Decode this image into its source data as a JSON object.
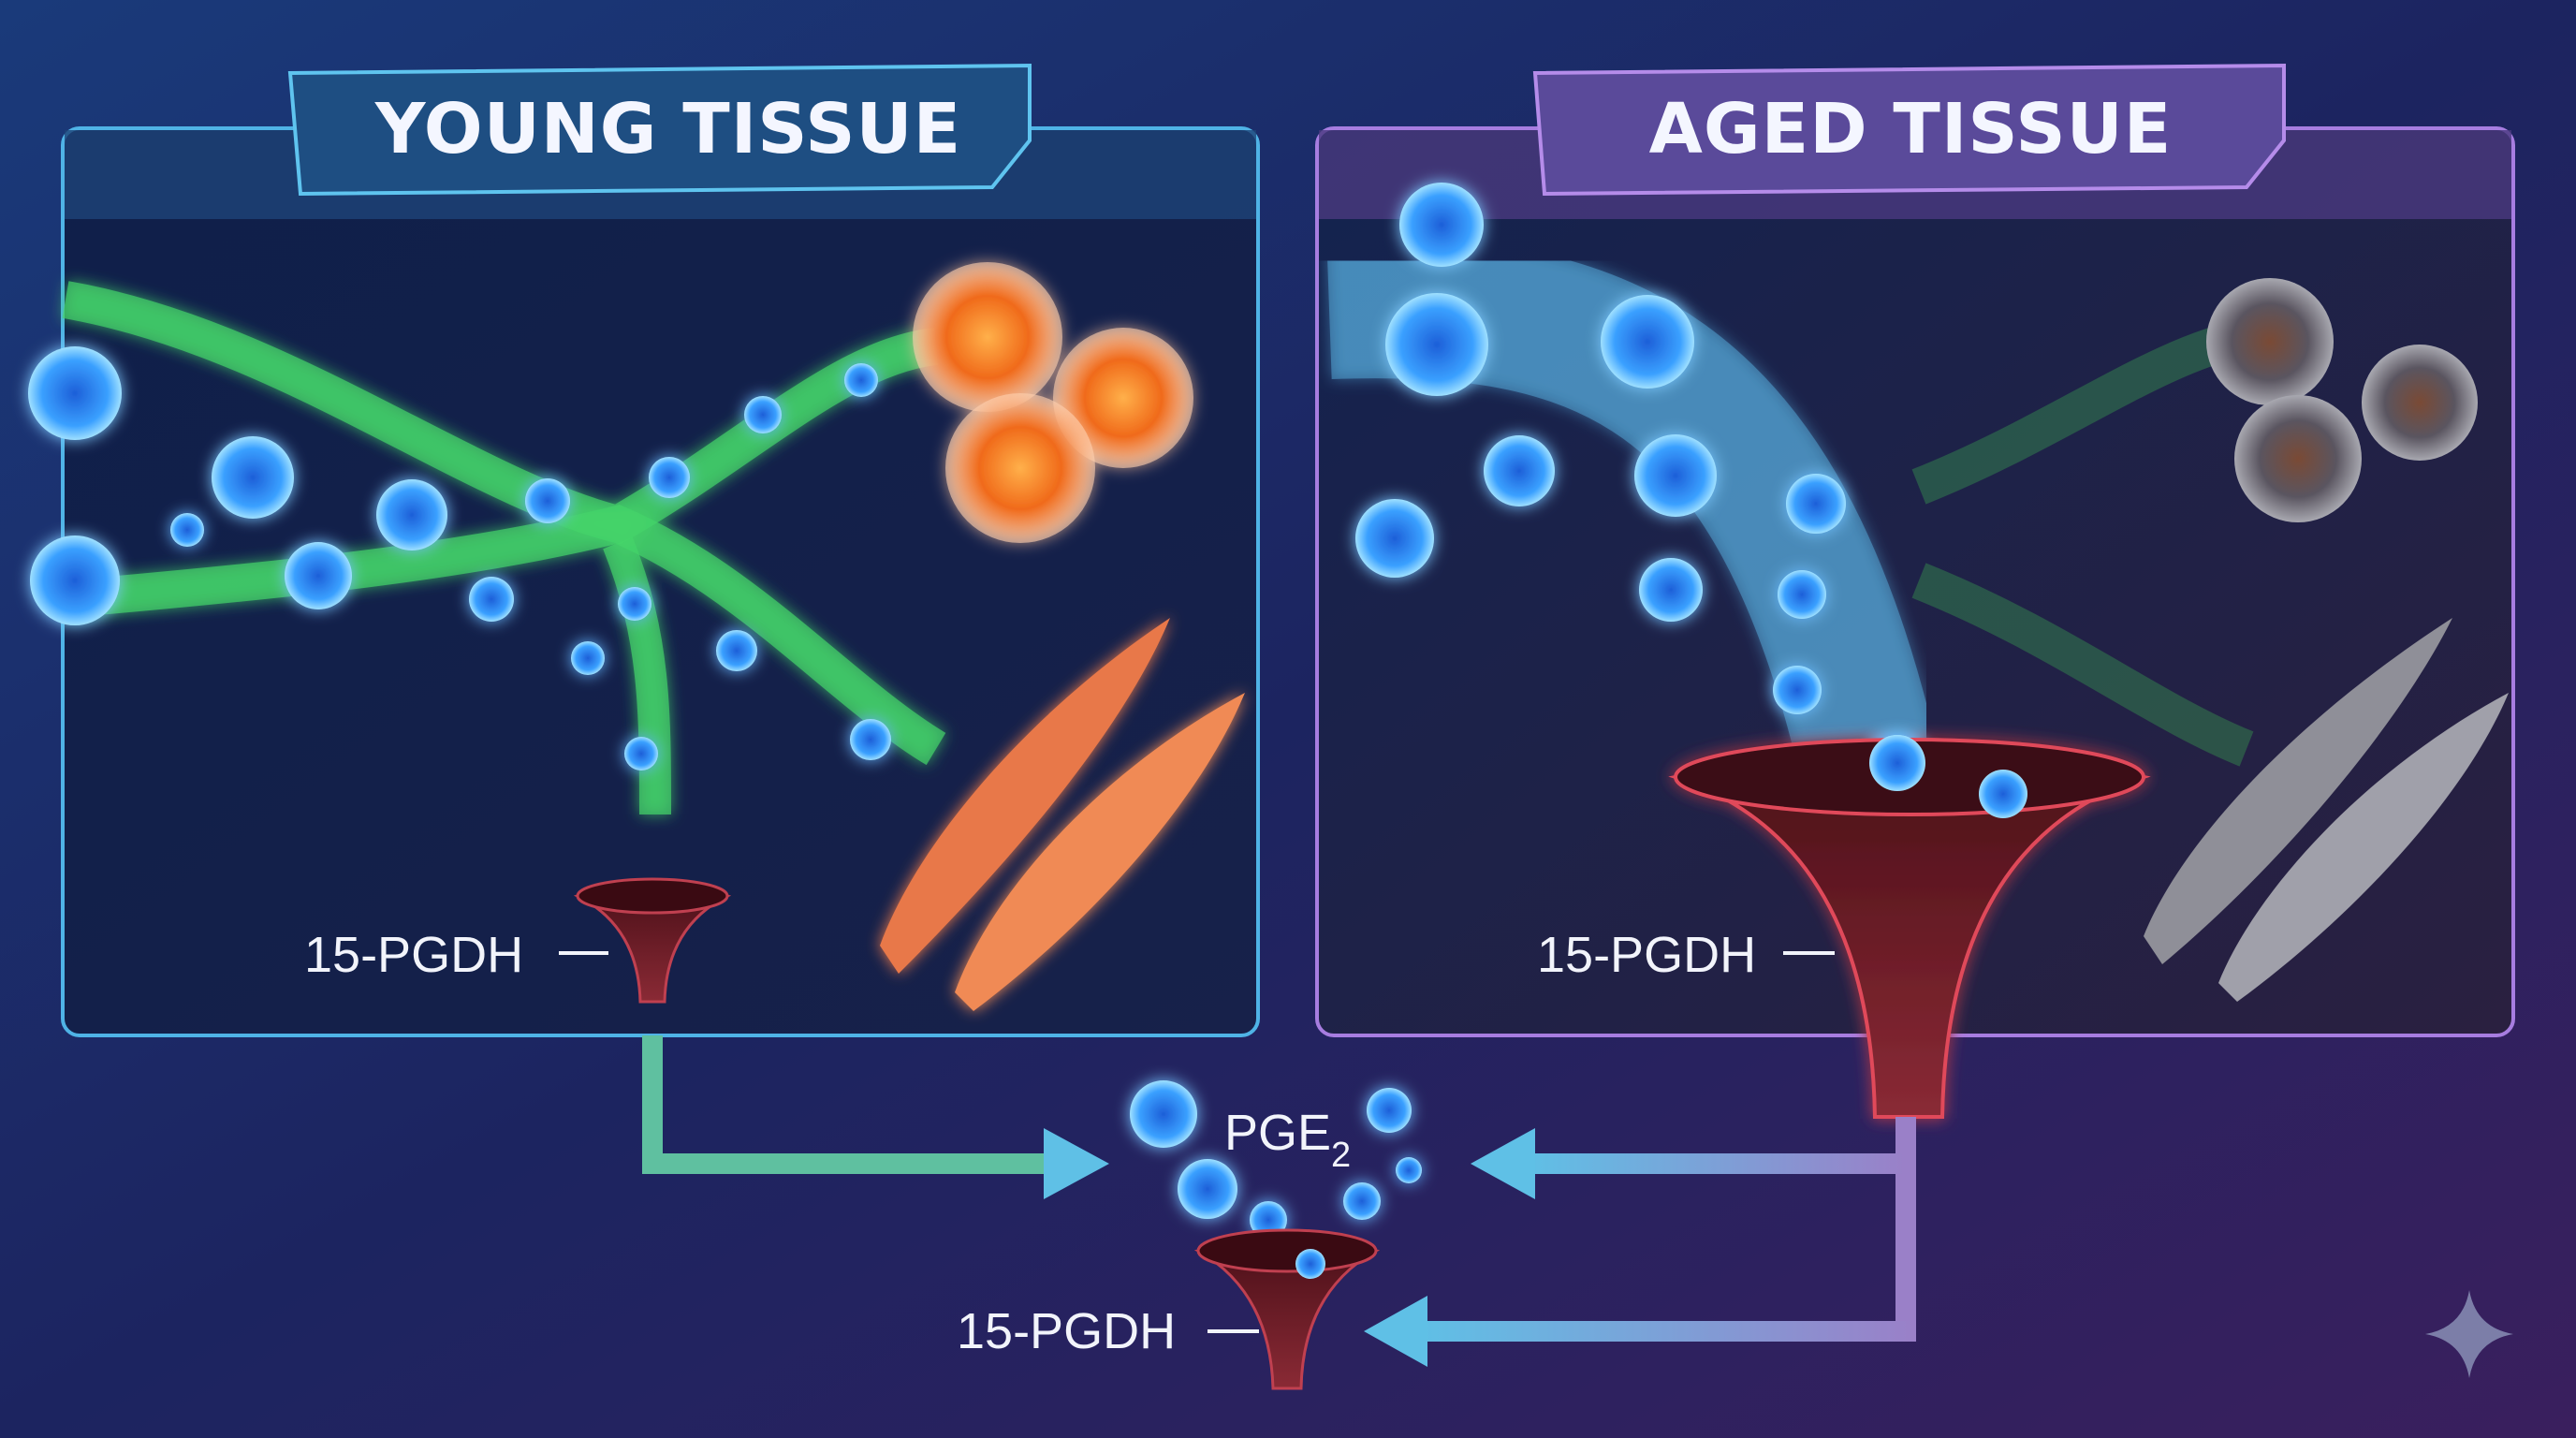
{
  "young_panel": {
    "title": "YOUNG TISSUE",
    "enzyme_label": "15-PGDH"
  },
  "aged_panel": {
    "title": "AGED TISSUE",
    "enzyme_label": "15-PGDH"
  },
  "center": {
    "molecule_label": "PGE",
    "molecule_subscript": "2",
    "enzyme_label": "15-PGDH"
  },
  "colors": {
    "young_accent": "#4fb3e6",
    "aged_accent": "#a77de0",
    "molecule": "#3aa0ff",
    "enzyme": "#7a1f2a",
    "vessel": "#44d46a"
  }
}
